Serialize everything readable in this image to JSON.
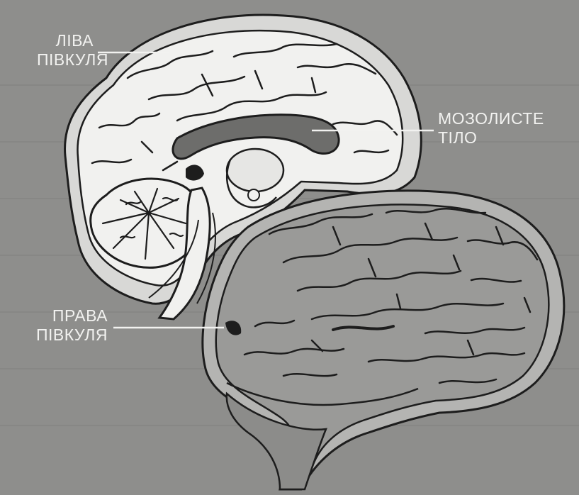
{
  "labels": {
    "left_hemisphere": "ЛІВА\nПІВКУЛЯ",
    "corpus_callosum": "МОЗОЛИСТЕ\nТІЛО",
    "right_hemisphere": "ПРАВА\nПІВКУЛЯ"
  },
  "colors": {
    "background": "#8e8e8c",
    "left_brain_fill": "#f1f1ef",
    "right_brain_fill": "#9a9a98",
    "right_brain_rim": "#b4b4b2",
    "corpus_callosum_fill": "#6d6d6b",
    "outline": "#1d1d1d",
    "label_text": "#f2f2f0"
  }
}
